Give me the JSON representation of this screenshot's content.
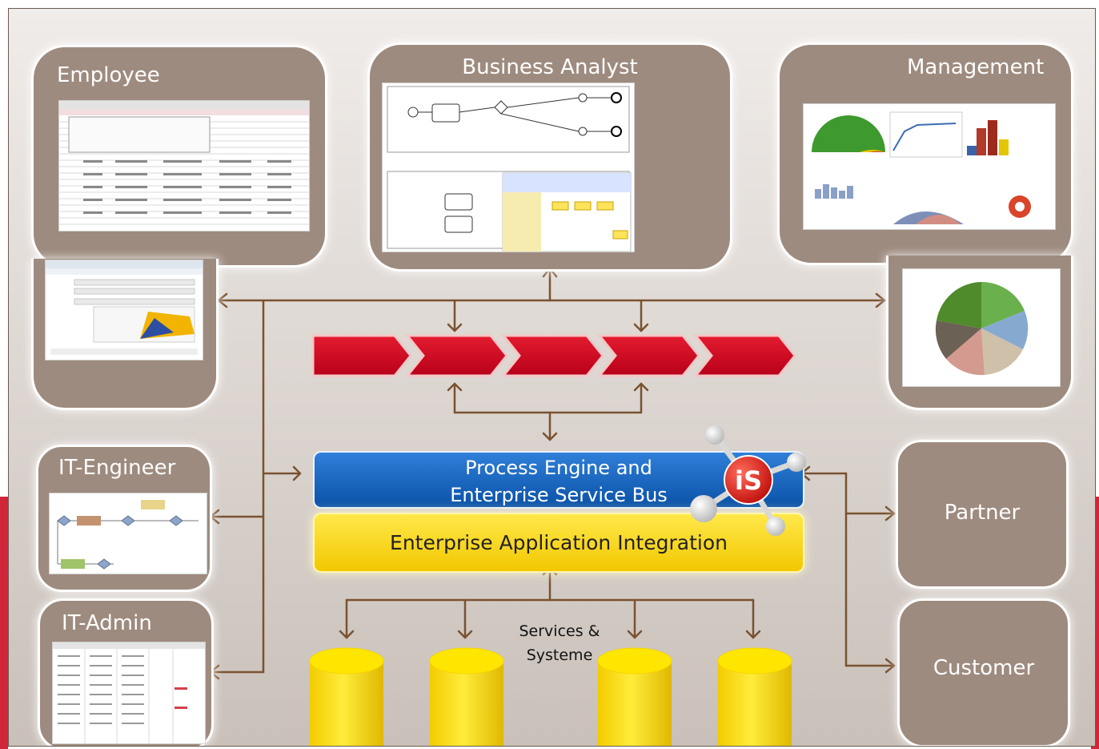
{
  "roles": {
    "employee": "Employee",
    "business_analyst": "Business Analyst",
    "management": "Management",
    "it_engineer": "IT-Engineer",
    "it_admin": "IT-Admin",
    "partner": "Partner",
    "customer": "Customer"
  },
  "center": {
    "process_engine_line1": "Process Engine and",
    "process_engine_line2": "Enterprise Service Bus",
    "eai": "Enterprise Application Integration",
    "logo_text": "iS",
    "services_line1": "Services &",
    "services_line2": "Systeme"
  },
  "colors": {
    "role_box": "#9e8b7f",
    "connector": "#7a5230",
    "chevron_red": "#d4001c",
    "bus_blue": "#0b52a8",
    "eai_yellow": "#f5d000",
    "database_yellow": "#ffe000",
    "side_band_red": "#d1263a"
  },
  "process_chevron_count": 5,
  "database_count": 4
}
